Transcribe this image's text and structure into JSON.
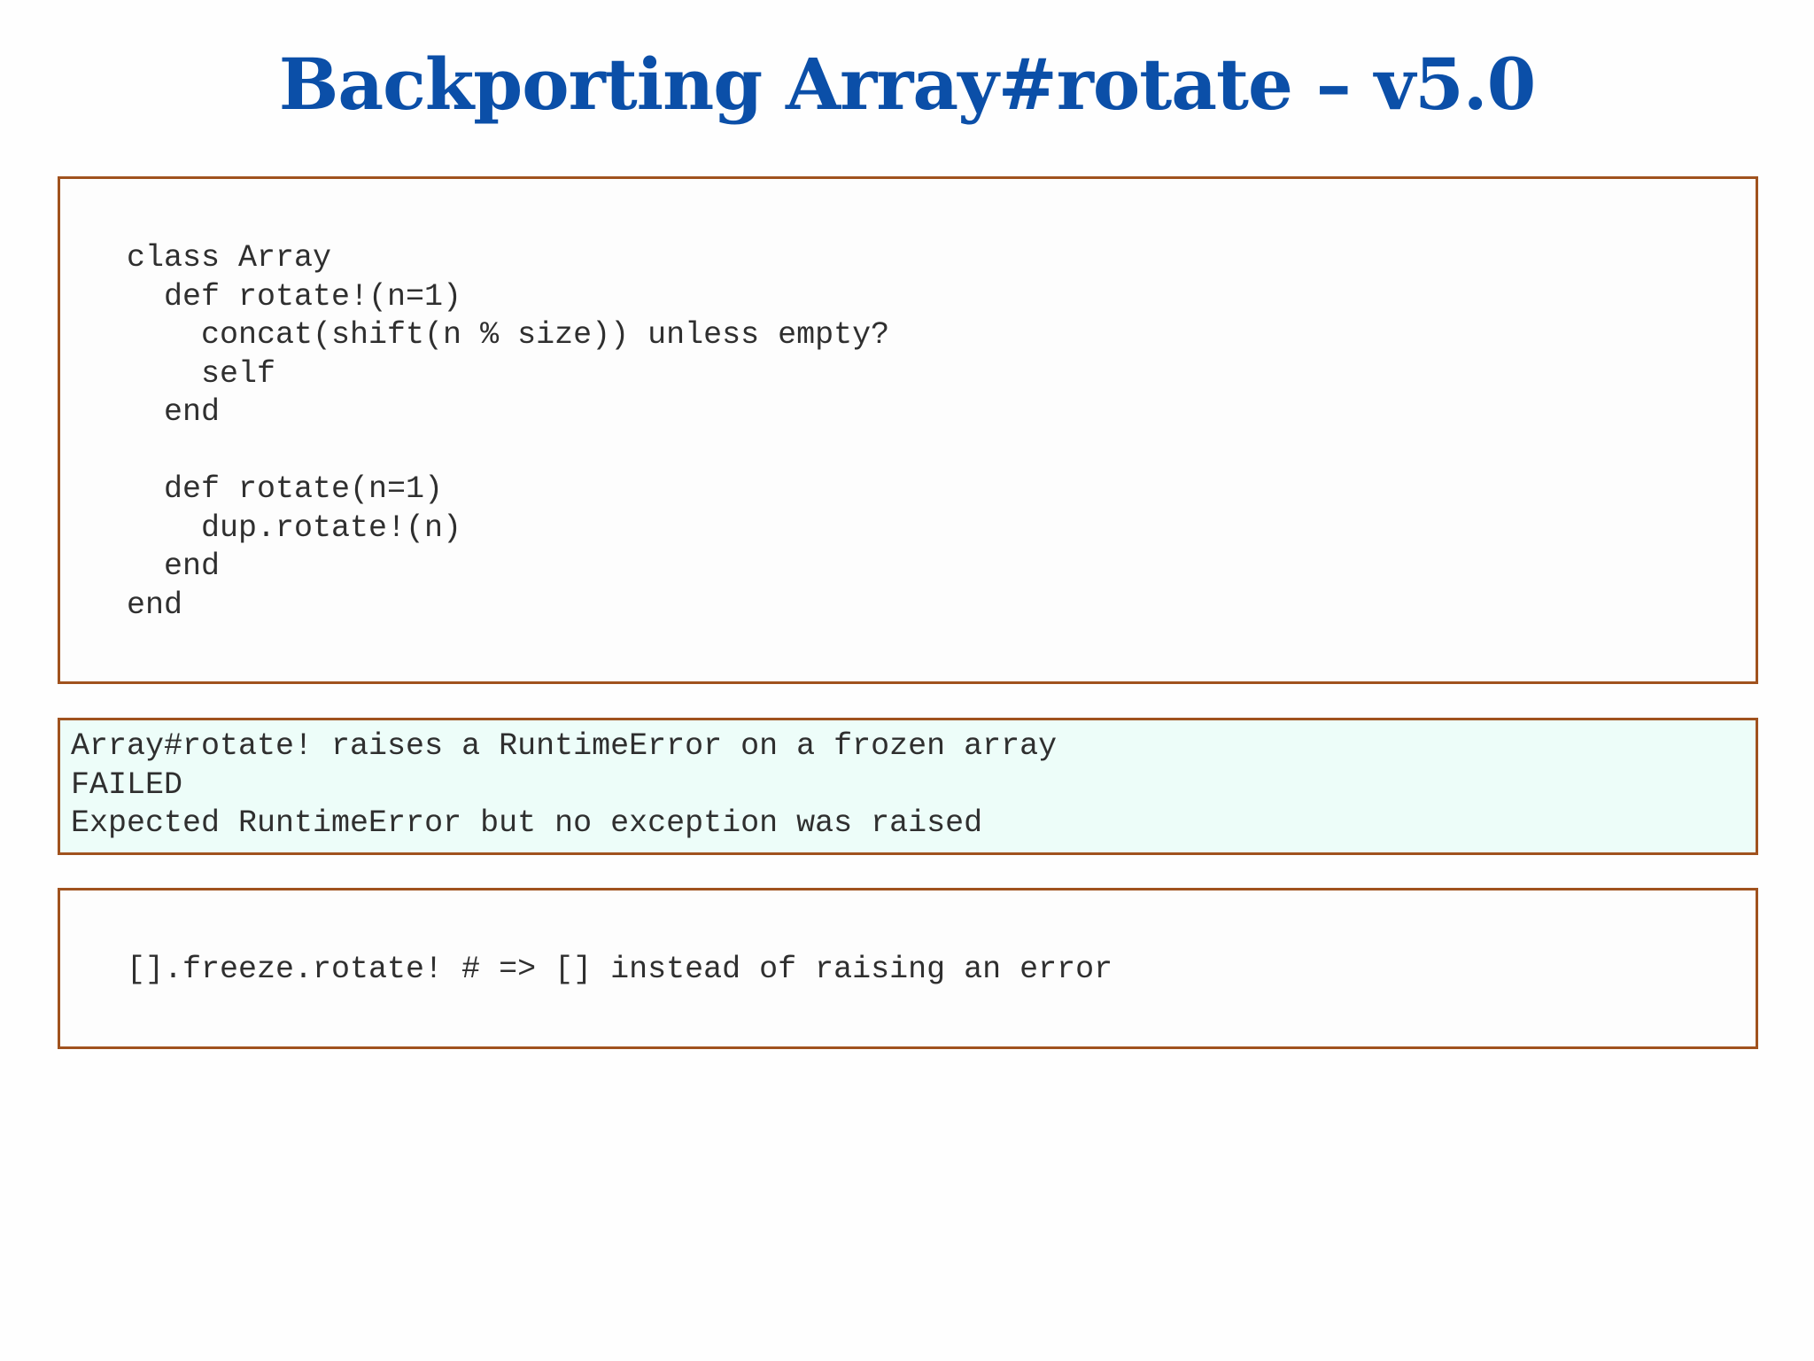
{
  "slide": {
    "title": "Backporting Array#rotate – v5.0",
    "code_block": {
      "lines": [
        "class Array",
        "  def rotate!(n=1)",
        "    concat(shift(n % size)) unless empty?",
        "    self",
        "  end",
        "",
        "  def rotate(n=1)",
        "    dup.rotate!(n)",
        "  end",
        "end"
      ]
    },
    "test_output": {
      "lines": [
        "Array#rotate! raises a RuntimeError on a frozen array",
        "FAILED",
        "Expected RuntimeError but no exception was raised"
      ]
    },
    "example": {
      "line": "[].freeze.rotate! # => [] instead of raising an error"
    }
  },
  "colors": {
    "title": "#0b4fa8",
    "border": "#a0521e",
    "result_background": "#edfdf9",
    "code_text": "#2f2f2f"
  }
}
